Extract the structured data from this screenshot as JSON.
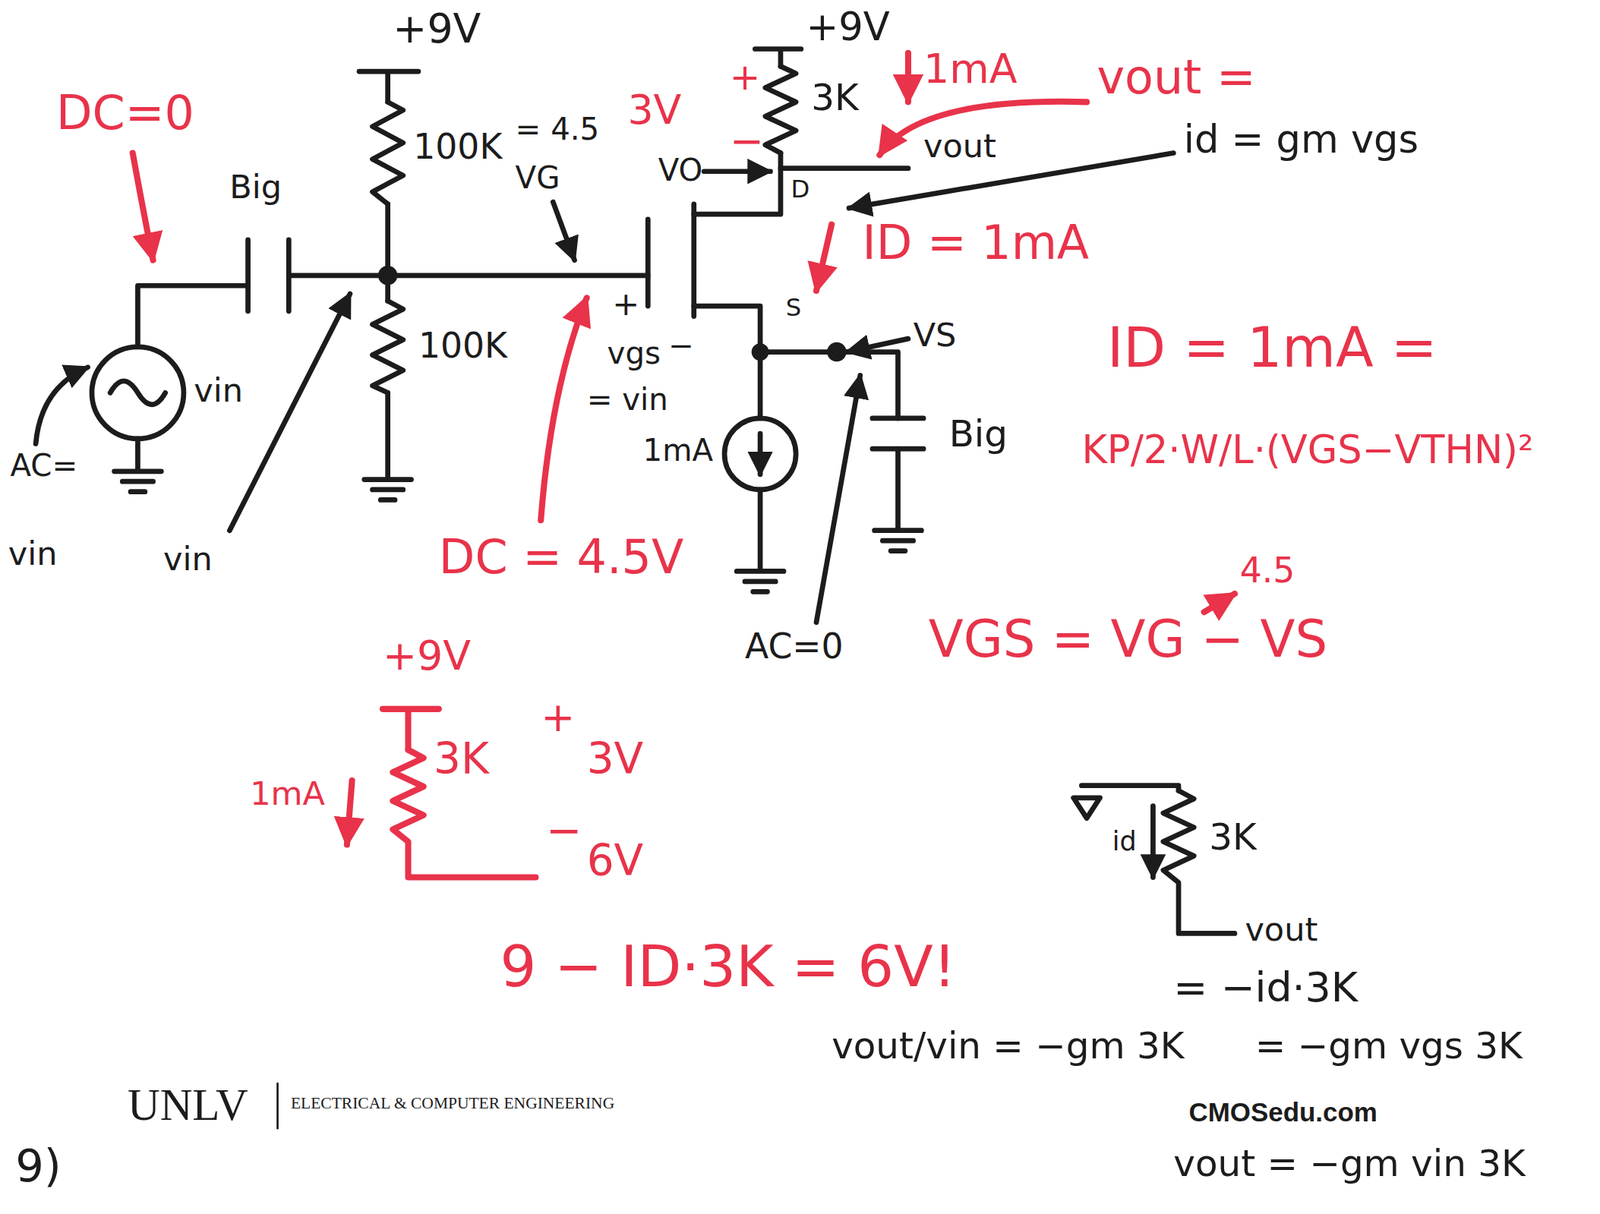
{
  "diagram": {
    "labels": [
      "+9V",
      "DC=0",
      "Big",
      "100K",
      "100K",
      "vin",
      "AC=",
      "vin",
      "vin",
      "= 4.5",
      "VG",
      "+9V",
      "3V",
      "+",
      "−",
      "3K",
      "1mA",
      "vout =",
      "VO",
      "vout",
      "id = gm vgs",
      "D",
      "ID = 1mA",
      "S",
      "VS",
      "Big",
      "+",
      "vgs",
      "−",
      "= vin",
      "1mA",
      "DC = 4.5V",
      "AC=0",
      "ID = 1mA =",
      "KP/2·W/L·(VGS−VTHN)²",
      "4.5",
      "VGS = VG − VS",
      "+9V",
      "1mA",
      "3K",
      "+",
      "3V",
      "−",
      "6V",
      "9 − ID·3K = 6V!",
      "3K",
      "id",
      "vout",
      "= −id·3K",
      "vout/vin = −gm 3K",
      "= −gm vgs 3K",
      "vout = −gm vin 3K",
      "UNLV",
      "ELECTRICAL & COMPUTER ENGINEERING",
      "CMOSedu.com",
      "9)"
    ]
  }
}
